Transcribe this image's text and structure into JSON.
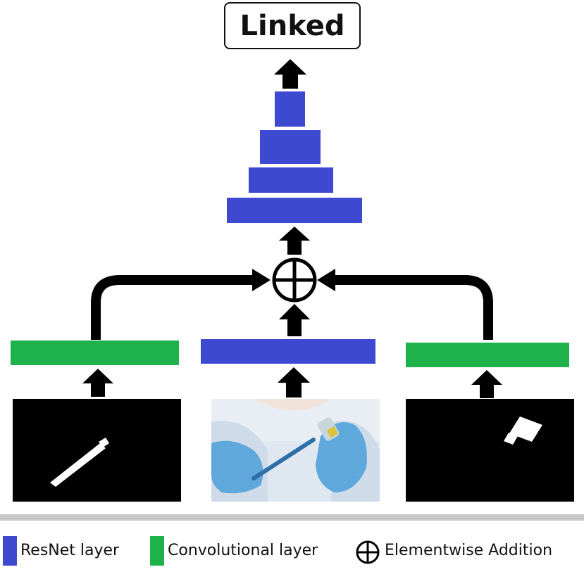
{
  "title": "Linked",
  "legend": {
    "resnet_label": "ResNet layer",
    "conv_label": "Convolutional layer",
    "add_label": "Elementwise Addition"
  },
  "colors": {
    "resnet": "#3d49d1",
    "convolutional": "#1fb24a",
    "arrows": "#000000"
  },
  "icons": {
    "addition": "circled-plus-icon",
    "arrows": "arrow-up-icon"
  }
}
